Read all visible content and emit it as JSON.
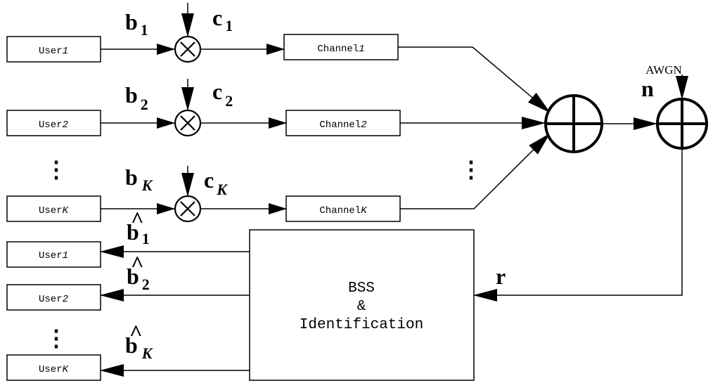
{
  "transmitters": [
    {
      "user_name": "User",
      "user_index": "1",
      "spread_symbol": "b",
      "spread_subscript": "1",
      "code_symbol": "c",
      "code_subscript": "1",
      "channel_name": "Channel",
      "channel_index": "1"
    },
    {
      "user_name": "User",
      "user_index": "2",
      "spread_symbol": "b",
      "spread_subscript": "2",
      "code_symbol": "c",
      "code_subscript": "2",
      "channel_name": "Channel",
      "channel_index": "2"
    },
    {
      "user_name": "User",
      "user_index": "K",
      "spread_symbol": "b",
      "spread_subscript": "K",
      "code_symbol": "c",
      "code_subscript": "K",
      "channel_name": "Channel",
      "channel_index": "K"
    }
  ],
  "noise": {
    "label": "AWGN",
    "symbol": "n"
  },
  "received": {
    "symbol": "r"
  },
  "separator": {
    "line1": "BSS",
    "line2": "&",
    "line3": "Identification"
  },
  "outputs": [
    {
      "user_name": "User",
      "user_index": "1",
      "estimate_symbol": "b",
      "estimate_subscript": "1",
      "hat": "^"
    },
    {
      "user_name": "User",
      "user_index": "2",
      "estimate_symbol": "b",
      "estimate_subscript": "2",
      "hat": "^"
    },
    {
      "user_name": "User",
      "user_index": "K",
      "estimate_symbol": "b",
      "estimate_subscript": "K",
      "hat": "^"
    }
  ],
  "ellipsis": "⋮"
}
